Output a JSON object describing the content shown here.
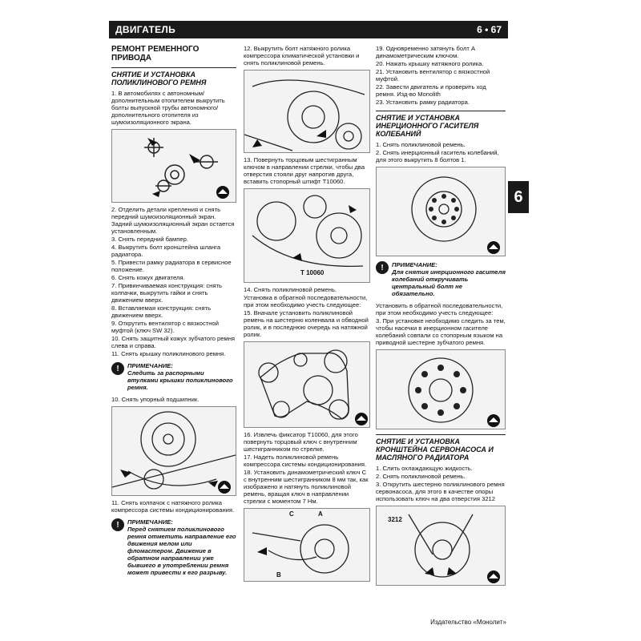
{
  "header": {
    "section": "ДВИГАТЕЛЬ",
    "page": "6 • 67"
  },
  "tab": "6",
  "col1": {
    "title": "РЕМОНТ РЕМЕННОГО ПРИВОДА",
    "sub1": "СНЯТИЕ И УСТАНОВКА ПОЛИКЛИНОВОГО РЕМНЯ",
    "p1": "1. В автомобилях с автономным/дополнительным отопителем выкрутить болты выпускной трубы автономного/дополнительного отопителя из шумоизоляционного экрана.",
    "steps": [
      "2. Отделить детали крепления и снять передний шумоизоляционный экран. Задний шумоизоляционный экран остается установленным.",
      "3. Снять передний бампер.",
      "4. Выкрутить болт кронштейна шланга радиатора.",
      "5. Привести рамку радиатора в сервисное положение.",
      "6. Снять кожух двигателя.",
      "7. Привинчиваемая конструкция: снять колпачки, выкрутить гайки и снять движением вверх.",
      "8. Вставляемая конструкция: снять движением вверх.",
      "9. Открутить вентилятор с вязкостной муфтой (ключ SW 32).",
      "10. Снять защитный кожух зубчатого ремня слева и справа.",
      "11. Снять крышку поликлинового ремня."
    ],
    "note1_head": "ПРИМЕЧАНИЕ:",
    "note1": "Следить за распорными втулками крышки поликлинового ремня.",
    "p10": "10. Снять упорный подшипник.",
    "p11": "11. Снять колпачок с натяжного ролика компрессора системы кондиционирования.",
    "note2_head": "ПРИМЕЧАНИЕ:",
    "note2": "Перед снятием поликлинового ремня отметить направление его движения мелом или фломастером. Движение в обратном направлении уже бывшего в употреблении ремня может привести к его разрыву."
  },
  "col2": {
    "p12": "12. Выкрутить болт натяжного ролика компрессора климатической установки и снять поликлиновой ремень.",
    "p13": "13. Повернуть торцовым шестигранным ключом в направлении стрелки, чтобы два отверстия стояли друг напротив друга, вставить стопорный штифт Т10060.",
    "fig_label": "T 10060",
    "p14": "14. Снять поликлиновой ремень.",
    "p14b": "Установка в обратной последовательности, при этом необходимо учесть следующее:",
    "p15": "15. Вначале установить поликлиновой ремень на шестерню коленвала и обводной ролик, и в последнюю очередь на натяжной ролик.",
    "p16": "16. Извлечь фиксатор Т10060, для этого повернуть торцовый ключ с внутренним шестигранником по стрелке.",
    "p17": "17. Надеть поликлиновой ремень компрессора системы кондиционирования.",
    "p18": "18. Установить динамометрический ключ С с внутренним шестигранником 8 мм так, как изображено и натянуть поликлиновой ремень, вращая ключ в направлении стрелки с моментом 7 Нм.",
    "figA": "A",
    "figB": "B",
    "figC": "C"
  },
  "col3": {
    "p19": "19. Одновременно затянуть болт A динамометрическим ключом.",
    "p20": "20. Нажать крышку натяжного ролика.",
    "p21": "21. Установить вентилятор с вязкостной муфтой.",
    "p22": "22. Завести двигатель и проверить ход ремня. Изд-во Monolith",
    "p23": "23. Установить рамку радиатора.",
    "sub2": "СНЯТИЕ И УСТАНОВКА ИНЕРЦИОННОГО ГАСИТЕЛЯ КОЛЕБАНИЙ",
    "s2p1": "1. Снять поликлиновой ремень.",
    "s2p2": "2. Снять инерционный гаситель колебаний, для этого выкрутить 8 болтов 1.",
    "note3_head": "ПРИМЕЧАНИЕ:",
    "note3": "Для снятия инерционного гасителя колебаний откручивать центральный болт не обязательно.",
    "s2p3": "Установить в обратной последовательности, при этом необходимо учесть следующее:",
    "s2p4": "3. При установке необходимо следить за тем, чтобы насечки в инерционном гасителе колебаний совпали со стопорным языком на приводной шестерне зубчатого ремня.",
    "sub3": "СНЯТИЕ И УСТАНОВКА КРОНШТЕЙНА СЕРВОНАСОСА И МАСЛЯНОГО РАДИАТОРА",
    "s3p1": "1. Слить охлаждающую жидкость.",
    "s3p2": "2. Снять поликлиновой ремень.",
    "s3p3": "3. Открутить шестерню поликлинового ремня сервонасоса, для этого в качестве опоры использовать ключ на два отверстия 3212",
    "fig_label": "3212"
  },
  "footer": "Издательство «Монолит»"
}
